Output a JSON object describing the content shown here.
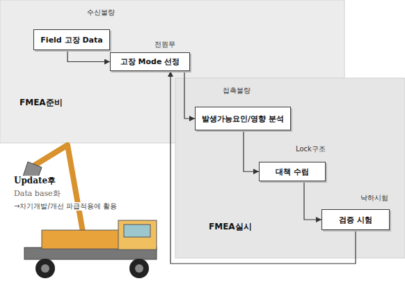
{
  "diagram": {
    "nodes": [
      {
        "text": [
          "Field 고장 Data"
        ]
      },
      {
        "text": [
          "고장 Mode 선정"
        ]
      },
      {
        "text": [
          "발생가능요인/영향 분석"
        ]
      },
      {
        "text": [
          "대책 수립"
        ]
      },
      {
        "text": [
          "검증 시험"
        ]
      }
    ],
    "edges": [
      {
        "from": 0,
        "to": 1,
        "arrow": "to"
      },
      {
        "from": 1,
        "to": 2,
        "arrow": "to"
      },
      {
        "from": 2,
        "to": 3,
        "arrow": "to"
      },
      {
        "from": 3,
        "to": 4,
        "arrow": "to"
      },
      {
        "from": 4,
        "to": 1,
        "arrow": "to"
      }
    ],
    "labels": [
      "수신불량",
      "전원무",
      "접촉불량",
      "Lock구조",
      "낙하시험",
      "FMEA준비",
      "FMEA실시",
      "Update후",
      "Data base화",
      "→차기개발/개선 파급적용에 활용"
    ]
  }
}
